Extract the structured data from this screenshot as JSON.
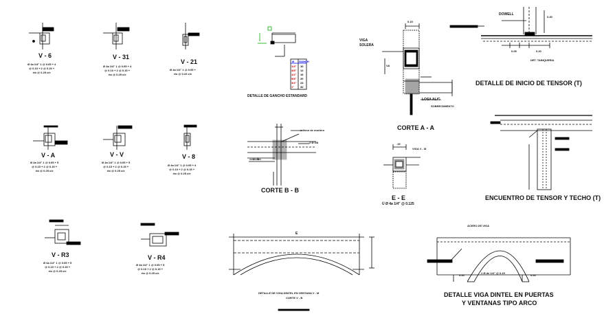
{
  "beams": [
    {
      "id": "v6",
      "label": "V - 6",
      "note": [
        "Ø 4a 1/4\" 1 @ 0.05 + 4",
        "@ 0.10 + 2 @ 0.15 +",
        "rto @ 0.25 c/e"
      ]
    },
    {
      "id": "v31",
      "label": "V - 31",
      "note": [
        "Ø 4a 1/4\" 1 @ 0.05 + 4",
        "@ 0.10 + 2 @ 0.15 +",
        "rto @ 0.25 c/e"
      ]
    },
    {
      "id": "v21",
      "label": "V - 21",
      "note": [
        "Ø 4a 1/4\" 1 @ 0.05 +",
        "rto @ 0.10 c/e"
      ]
    },
    {
      "id": "va",
      "label": "V - A",
      "note": [
        "Ø 4a 1/4\" 1 @ 0.05 + 5",
        "@ 0.10 + 2 @ 0.15 +",
        "rto @ 0.25 c/e"
      ]
    },
    {
      "id": "vv",
      "label": "V - V",
      "note": [
        "Ø 4a 1/4\" 1 @ 0.05 + 5",
        "@ 0.10 + 2 @ 0.15 +",
        "rto @ 0.25 c/e"
      ]
    },
    {
      "id": "v8",
      "label": "V - 8",
      "note": [
        "Ø 4a 1/4\" 1 @ 0.05 + 4",
        "@ 0.10 + 2 @ 0.15 +",
        "rto @ 0.25 c/e"
      ]
    },
    {
      "id": "vr3",
      "label": "V - R3",
      "note": [
        "Ø 4a 1/4\" 1 @ 0.05 + 5",
        "@ 0.10 + 2 @ 0.15 +",
        "rto @ 0.25 c/e"
      ]
    },
    {
      "id": "vr4",
      "label": "V - R4",
      "note": [
        "Ø 4a 1/4\" 1 @ 0.05 + 5",
        "@ 0.10 + 2 @ 0.15 +",
        "rto @ 0.25 c/e"
      ]
    }
  ],
  "details": {
    "gancho": "DETALLE DE GANCHO ESTANDARD",
    "corte_aa": "CORTE A - A",
    "corte_aa_vida": [
      "VIGA",
      "SOLERA"
    ],
    "corte_aa_losa": "LOSA ALIG.",
    "corte_aa_sobre": "SOBRECIMIENTO",
    "corte_aa_va": "VA",
    "corte_aa_dim": "0.15",
    "inicio_tensor": "DETALLE DE INICIO DE TENSOR (T)",
    "dowel": "DOWELL",
    "inicio_dims": [
      "0.40",
      "0.05",
      "0.20"
    ],
    "inicio_sub": "DET. TABIQUERIA",
    "corte_bb": "CORTE B - B",
    "corte_bb_note": "relleno de mortero",
    "corte_bb_bar": "2 Ø 3/8",
    "corte_bb_vb": "V - B",
    "corte_ee": "E - E",
    "corte_ee_note": "Ú Ø 4a 1/4\" @ 0.125",
    "corte_ee_beam": "VIGA V - M",
    "corte_ee_dim": ".15",
    "encuentro": "ENCUENTRO DE TENSOR Y TECHO (T)",
    "dintel_ventana": "DETALLE DE VIGA DINTEL EN VENTANA V - M",
    "dintel_ventana_sub": "CORTE V - B",
    "dintel_marker": "E",
    "arco_title": [
      "DETALLE VIGA DINTEL EN PUERTAS",
      "Y VENTANAS TIPO ARCO"
    ],
    "arco_note": "ACERO DE VIGA",
    "arco_bar": "1 Ø de 1/4\" @ 0.15",
    "arco_dims": [
      "0.40",
      "0.40"
    ]
  },
  "table": {
    "header": [
      "Ø",
      "GANCH"
    ],
    "rows": [
      [
        "1/4\"",
        "10"
      ],
      [
        "3/8\"",
        "12"
      ],
      [
        "1/2\"",
        "16"
      ],
      [
        "5/8\"",
        "20"
      ],
      [
        "3/4\"",
        "24"
      ],
      [
        "1\"",
        "32"
      ]
    ]
  }
}
